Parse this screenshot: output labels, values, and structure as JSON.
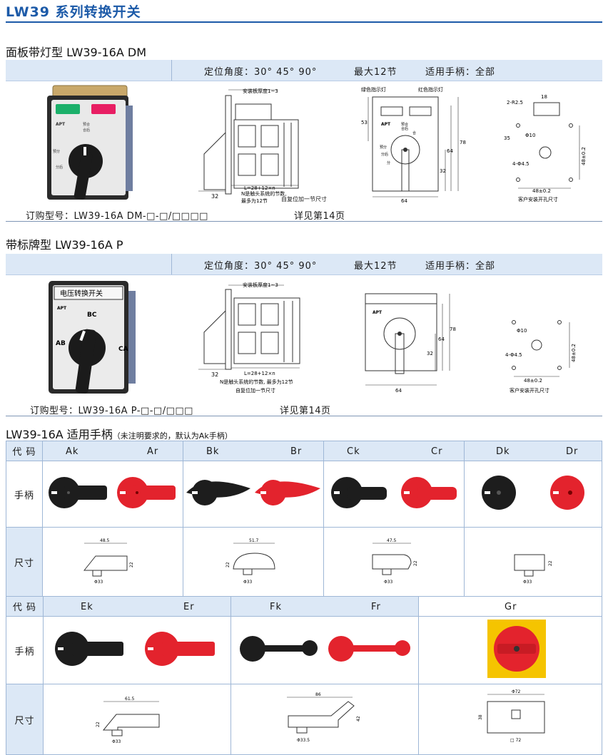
{
  "page_title": "LW39 系列转换开关",
  "section1": {
    "title": "面板带灯型 LW39-16A DM",
    "spec_angle": "定位角度：30° 45° 90°",
    "spec_max": "最大12节",
    "spec_handle": "适用手柄：全部",
    "order_code": "订购型号：LW39-16A DM-□-□/□□□□",
    "see_page": "详见第14页",
    "photo_labels": [
      "APT",
      "预合",
      "合后",
      "预分",
      "分后"
    ],
    "side_diagram": {
      "plate_thickness": "安装板厚度1~3",
      "dim_32": "32",
      "formula": "L=28+12×n",
      "note1": "N是触头系统的节数,",
      "note2": "最多为12节",
      "note3": "自复位加一节尺寸"
    },
    "front_diagram": {
      "green_lamp": "绿色指示灯",
      "red_lamp": "红色指示灯",
      "dim_53": "53",
      "dim_32": "32",
      "dim_64v": "64",
      "dim_78": "78",
      "dim_64h": "64",
      "apt": "APT",
      "pos_labels": [
        "预合",
        "合后",
        "合",
        "预分",
        "分后",
        "分"
      ]
    },
    "hole_diagram": {
      "r25": "2-R2.5",
      "dim_18": "18",
      "dim_35": "35",
      "phi10": "Φ10",
      "holes": "4-Φ4.5",
      "dim_48v": "48±0.2",
      "dim_48h": "48±0.2",
      "caption": "客户安装开孔尺寸"
    }
  },
  "section2": {
    "title": "带标牌型 LW39-16A P",
    "spec_angle": "定位角度：30° 45° 90°",
    "spec_max": "最大12节",
    "spec_handle": "适用手柄：全部",
    "order_code": "订购型号：LW39-16A P-□-□/□□□",
    "see_page": "详见第14页",
    "photo_labels": [
      "电压转换开关",
      "APT",
      "BC",
      "AB",
      "CA"
    ],
    "side_diagram": {
      "plate_thickness": "安装板厚度1~3",
      "dim_32": "32",
      "formula": "L=28+12×n",
      "note1": "N是触头系统的节数, 最多为12节",
      "note2": "自复位加一节尺寸"
    },
    "front_diagram": {
      "apt": "APT",
      "dim_32": "32",
      "dim_64v": "64",
      "dim_78": "78",
      "dim_64h": "64"
    },
    "hole_diagram": {
      "phi10": "Φ10",
      "holes": "4-Φ4.5",
      "dim_48v": "48±0.2",
      "dim_48h": "48±0.2",
      "caption": "客户安装开孔尺寸"
    }
  },
  "section3": {
    "title": "LW39-16A 适用手柄",
    "note": "（未注明要求的，默认为Ak手柄）",
    "label_code": "代  码",
    "label_handle": "手柄",
    "label_size": "尺寸",
    "groups": [
      {
        "codes": [
          "Ak",
          "Ar"
        ],
        "dims": [
          "48.5",
          "22",
          "Φ33"
        ]
      },
      {
        "codes": [
          "Bk",
          "Br"
        ],
        "dims": [
          "51.7",
          "22",
          "Φ33"
        ]
      },
      {
        "codes": [
          "Ck",
          "Cr"
        ],
        "dims": [
          "47.5",
          "22",
          "Φ33"
        ]
      },
      {
        "codes": [
          "Dk",
          "Dr"
        ],
        "dims": [
          "22",
          "Φ33"
        ]
      }
    ],
    "groups2": [
      {
        "codes": [
          "Ek",
          "Er"
        ],
        "dims": [
          "61.5",
          "22",
          "Φ33"
        ]
      },
      {
        "codes": [
          "Fk",
          "Fr"
        ],
        "dims": [
          "86",
          "42",
          "Φ33.5"
        ]
      },
      {
        "codes": [
          "Gr"
        ],
        "dims": [
          "Φ72",
          "38",
          "□ 72"
        ]
      }
    ]
  },
  "colors": {
    "title_blue": "#1c5aa8",
    "header_blue": "#dce8f6",
    "handle_black": "#1d1d1d",
    "handle_red": "#e3232d",
    "panel_yellow": "#f5c400"
  }
}
